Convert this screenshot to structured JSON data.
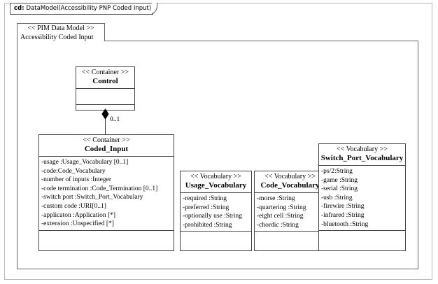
{
  "diagram": {
    "tab": {
      "kind": "cd:",
      "title": "DataModel(Accessibility PNP Coded Input)"
    },
    "package": {
      "stereotype": "<< PIM Data Model >>",
      "name": "Accessibility Coded Input"
    },
    "association": {
      "multiplicity": "0..1",
      "kind": "composition"
    },
    "classes": [
      {
        "id": "control",
        "stereotype": "<< Container >>",
        "name": "Control",
        "attributes": [],
        "operations": []
      },
      {
        "id": "coded-input",
        "stereotype": "<< Container >>",
        "name": "Coded_Input",
        "attributes": [
          "-usage :Usage_Vocabulary  [0..1]",
          "-code:Code_Vocabulary",
          "-number of inputs   :Integer",
          "-code termination  :Code_Termination  [0..1]",
          "-switch port :Switch_Port_Vocabulary",
          "-custom code :URI[0..1]",
          "-applicaton :Application  [*]",
          "-extension :Unspecified [*]"
        ],
        "operations": []
      },
      {
        "id": "usage-vocabulary",
        "stereotype": "<< Vocabulary >>",
        "name": "Usage_Vocabulary",
        "attributes": [
          "-required :String",
          "-preferred :String",
          "-optionally use  :String",
          "-prohibited :String"
        ],
        "operations": []
      },
      {
        "id": "code-vocabulary",
        "stereotype": "<< Vocabulary >>",
        "name": "Code_Vocabulary",
        "attributes": [
          "-morse :String",
          "-quartering :String",
          "-eight cell :String",
          "-chordic :String"
        ],
        "operations": []
      },
      {
        "id": "switch-port-vocabulary",
        "stereotype": "<< Vocabulary >>",
        "name": "Switch_Port_Vocabulary",
        "attributes": [
          "-ps/2:String",
          "-game :String",
          "-serial :String",
          "-usb :String",
          "-firewire  :String",
          "-infrared :String",
          "-bluetooth  :String"
        ],
        "operations": []
      }
    ],
    "colors": {
      "background": "#ffffff",
      "line": "#444444",
      "outer_frame": "#b9b9b9",
      "text": "#000000"
    }
  }
}
